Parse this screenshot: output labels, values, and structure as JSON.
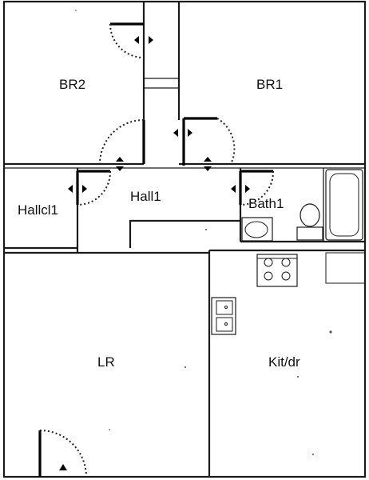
{
  "rooms": {
    "br2": "BR2",
    "br1": "BR1",
    "hallcl1": "Hallcl1",
    "hall1": "Hall1",
    "bath1": "Bath1",
    "lr": "LR",
    "kitdr": "Kit/dr"
  },
  "colors": {
    "wall": "#1a1a1a",
    "background": "#ffffff"
  },
  "icons": [
    "door-swing-icon",
    "double-arrow-icon",
    "stove-icon",
    "sink-icon",
    "bathtub-icon",
    "toilet-icon"
  ]
}
